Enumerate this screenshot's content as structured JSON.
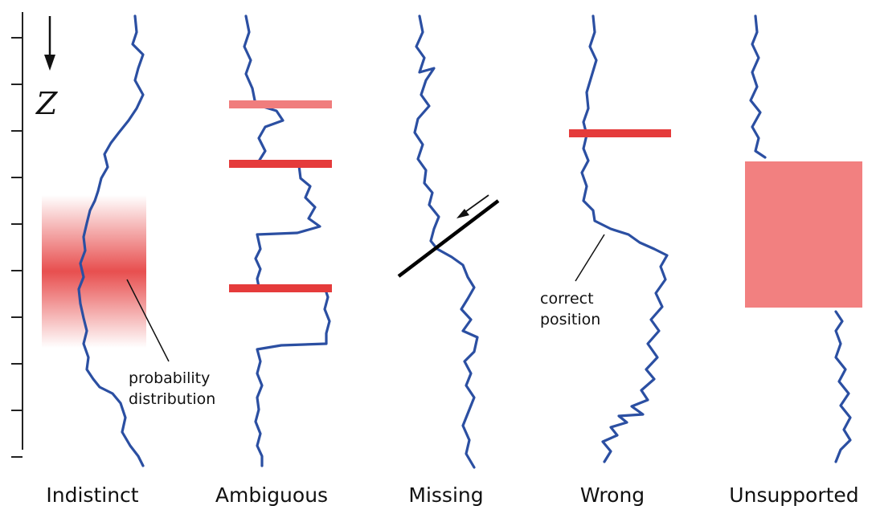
{
  "depth_axis_label": "Z",
  "panels": [
    {
      "label": "Indistinct",
      "annotation": [
        "probability",
        "distribution"
      ]
    },
    {
      "label": "Ambiguous"
    },
    {
      "label": "Missing"
    },
    {
      "label": "Wrong",
      "annotation": [
        "correct",
        "position"
      ]
    },
    {
      "label": "Unsupported"
    }
  ],
  "colors": {
    "log": "#2b4fa2",
    "marker": "#e53b3b",
    "marker_light": "#f07d7d",
    "block": "#f28080",
    "fault": "#000000"
  }
}
